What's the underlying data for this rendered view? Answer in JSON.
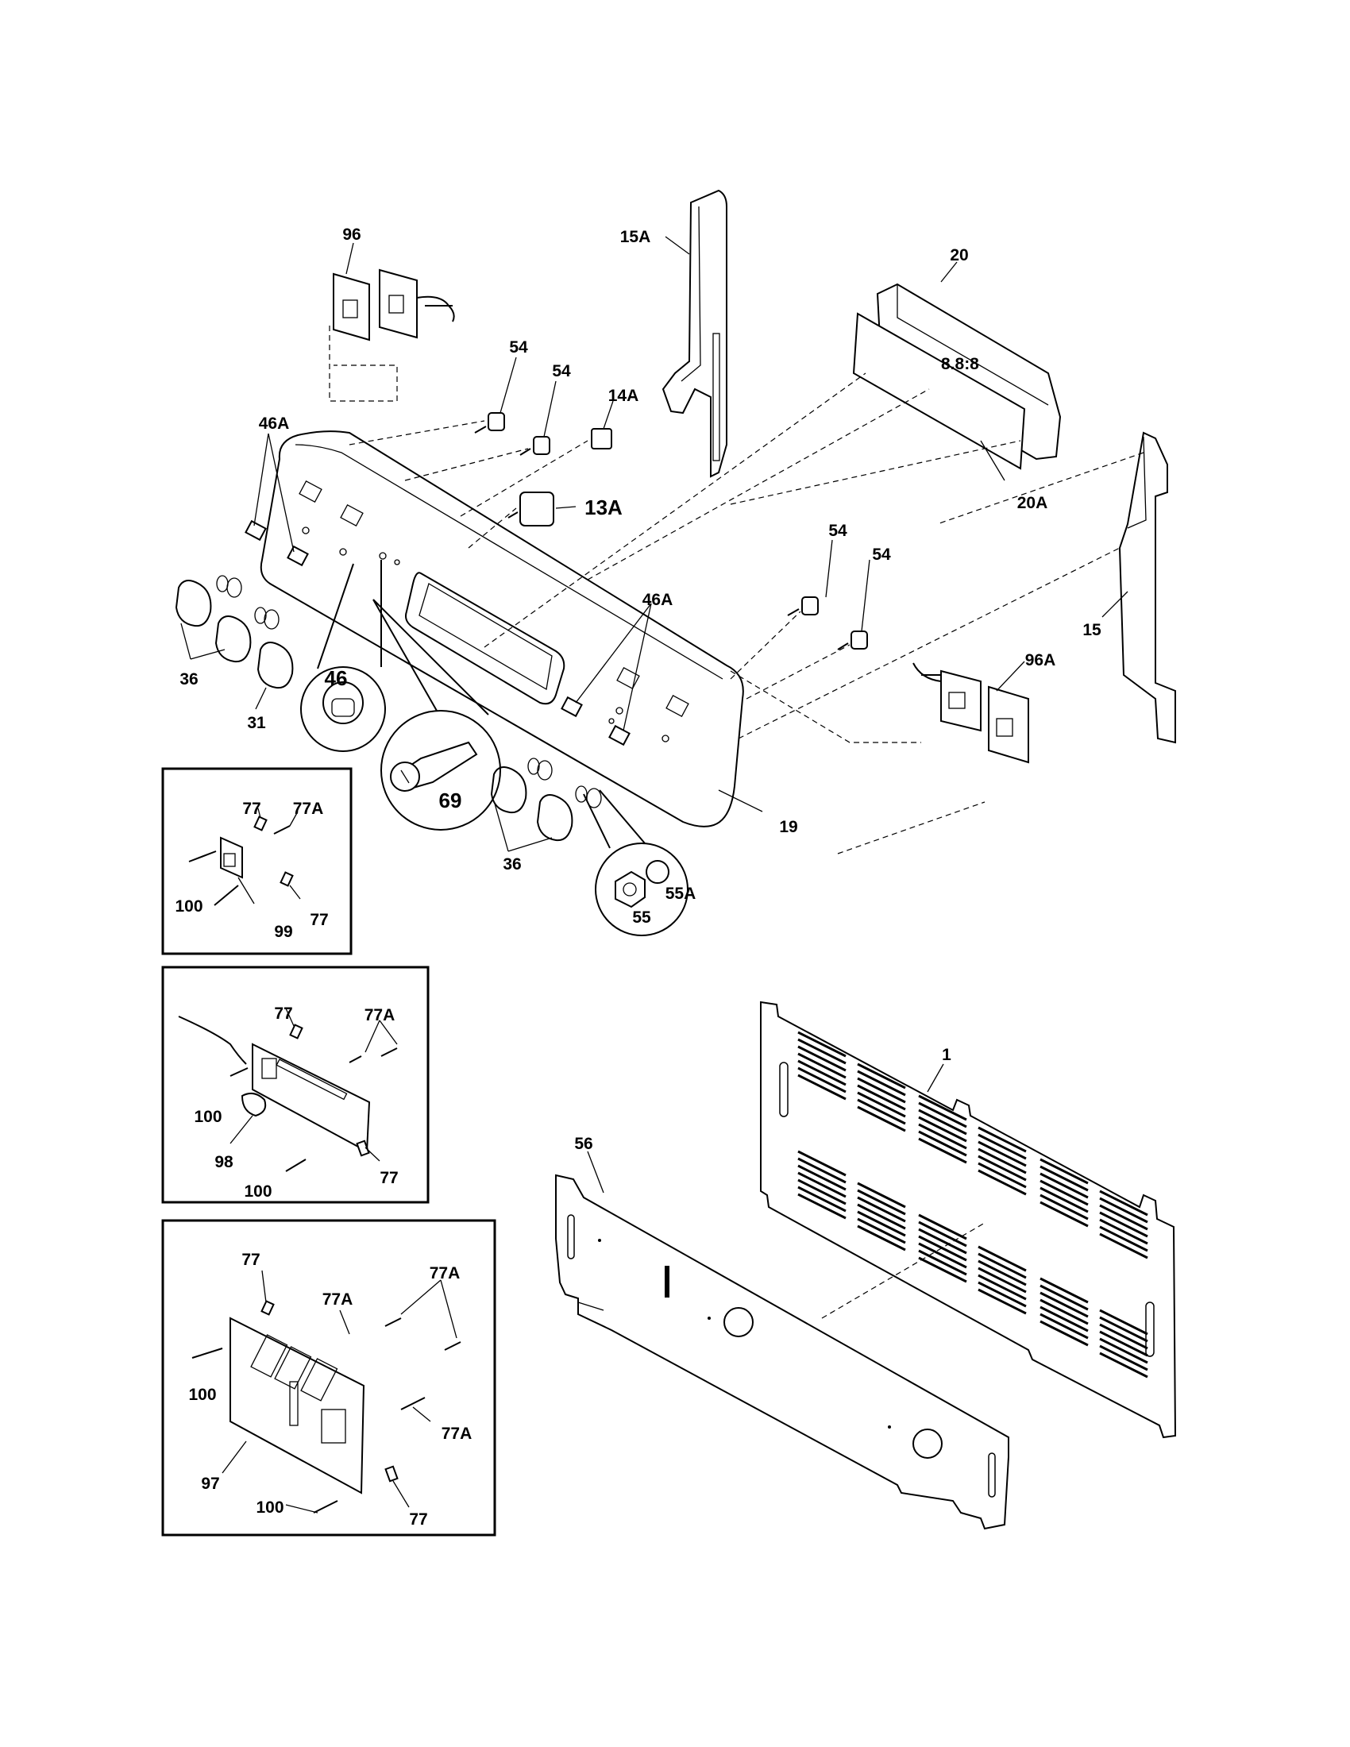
{
  "diagram": {
    "labels": {
      "p96": "96",
      "p15A": "15A",
      "p20": "20",
      "p54a": "54",
      "p54b": "54",
      "p14A": "14A",
      "p46Aa": "46A",
      "p13A": "13A",
      "p20A": "20A",
      "p54c": "54",
      "p54d": "54",
      "p46Ab": "46A",
      "p15": "15",
      "p96A": "96A",
      "p36a": "36",
      "p46": "46",
      "p31": "31",
      "p69": "69",
      "p19": "19",
      "p36b": "36",
      "p55": "55",
      "p55A": "55A",
      "b1_77a": "77",
      "b1_77A": "77A",
      "b1_100": "100",
      "b1_99": "99",
      "b1_77b": "77",
      "b2_77": "77",
      "b2_77A": "77A",
      "b2_100a": "100",
      "b2_98": "98",
      "b2_77b": "77",
      "b2_100b": "100",
      "b3_77a": "77",
      "b3_77Aa": "77A",
      "b3_77Ab": "77A",
      "b3_100a": "100",
      "b3_77Ac": "77A",
      "b3_97": "97",
      "b3_100b": "100",
      "b3_77b": "77",
      "p1": "1",
      "p56": "56"
    }
  }
}
